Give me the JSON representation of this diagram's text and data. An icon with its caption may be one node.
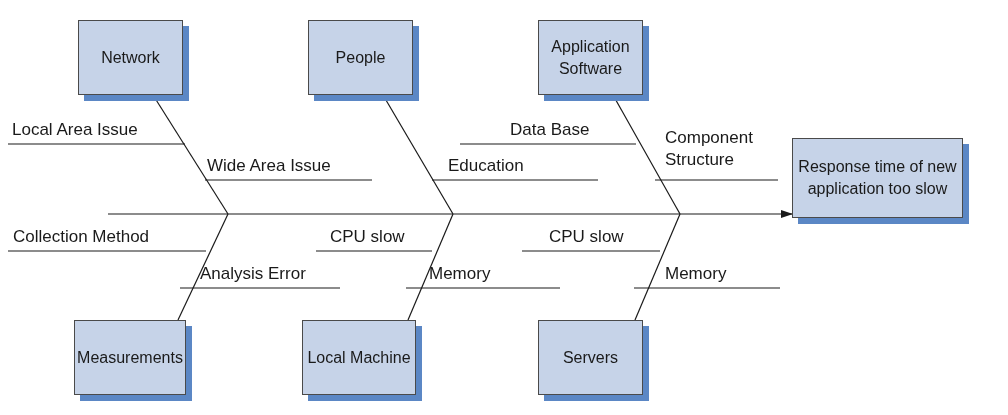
{
  "diagram": {
    "nodes": [
      {
        "text": [
          "Network"
        ]
      },
      {
        "text": [
          "People"
        ]
      },
      {
        "text": [
          "Application Software"
        ]
      },
      {
        "text": [
          "Response time of new application too slow"
        ]
      },
      {
        "text": [
          "Measurements"
        ]
      },
      {
        "text": [
          "Local Machine"
        ]
      },
      {
        "text": [
          "Servers"
        ]
      }
    ],
    "edges": [
      {
        "from": null,
        "to": 3,
        "arrow": "to"
      },
      {
        "from": 0,
        "to": null,
        "arrow": "none"
      },
      {
        "from": 1,
        "to": null,
        "arrow": "none"
      },
      {
        "from": 2,
        "to": null,
        "arrow": "none"
      },
      {
        "from": 4,
        "to": null,
        "arrow": "none"
      },
      {
        "from": 5,
        "to": null,
        "arrow": "none"
      },
      {
        "from": 6,
        "to": null,
        "arrow": "none"
      }
    ],
    "labels": [
      "Local Area Issue",
      "Data Base",
      "Component Structure",
      "Wide Area Issue",
      "Education",
      "Collection Method",
      "CPU slow",
      "CPU slow",
      "Analysis Error",
      "Memory",
      "Memory"
    ]
  }
}
